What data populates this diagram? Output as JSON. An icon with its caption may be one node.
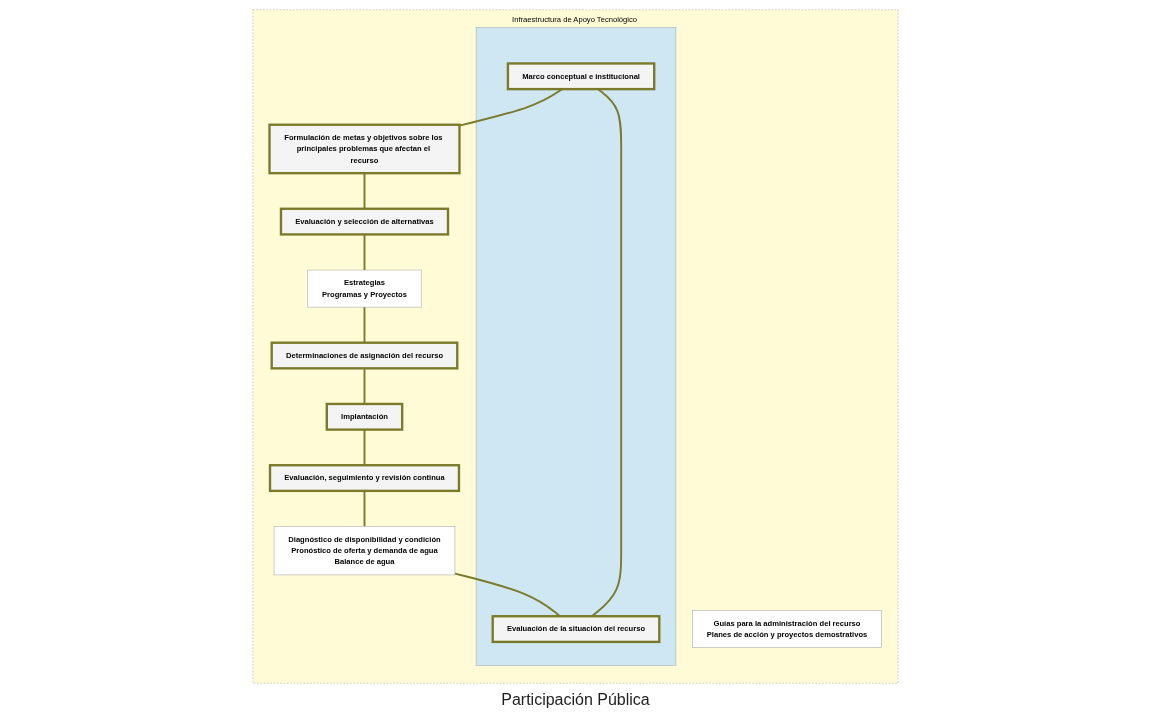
{
  "diagram": {
    "nodes": [
      {
        "text": [
          "Infraestructura de Apoyo Tecnológico"
        ]
      },
      {
        "text": [],
        "shape": "box",
        "in": 0
      },
      {
        "text": [
          "Marco conceptual e institucional"
        ],
        "in": 1
      },
      {
        "text": [
          "Evaluación de la situación del recurso"
        ],
        "in": 1
      },
      {
        "text": [
          "Formulación de metas y objetivos sobre los principales problemas que afectan el recurso"
        ],
        "in": 0
      },
      {
        "text": [
          "Evaluación y selección de alternativas"
        ],
        "in": 0
      },
      {
        "text": [
          "Estrategias",
          "Programas y Proyectos"
        ],
        "in": 0
      },
      {
        "text": [
          "Diagnóstico de disponibilidad y condición",
          "Pronóstico de oferta y demanda de agua",
          "Balance de agua"
        ],
        "in": 0
      },
      {
        "text": [
          "Determinaciones de asignación del recurso"
        ],
        "in": 0
      },
      {
        "text": [
          "Guías para la administración del recurso",
          "Planes de acción y proyectos demostrativos"
        ],
        "in": 0
      },
      {
        "text": [
          "Implantación"
        ],
        "in": 0
      },
      {
        "text": [
          "Evaluación, seguimiento y revisión continua"
        ],
        "in": 0
      }
    ],
    "edges": [
      {
        "from": 2,
        "to": 4,
        "arrow": "none"
      },
      {
        "from": 4,
        "to": 5,
        "arrow": "none"
      },
      {
        "from": 5,
        "to": 6,
        "arrow": "none"
      },
      {
        "from": 6,
        "to": 8,
        "arrow": "none"
      },
      {
        "from": 8,
        "to": 10,
        "arrow": "none"
      },
      {
        "from": 10,
        "to": 11,
        "arrow": "none"
      },
      {
        "from": 11,
        "to": 7,
        "arrow": "none"
      },
      {
        "from": 7,
        "to": 3,
        "arrow": "none"
      },
      {
        "from": 3,
        "to": 2,
        "arrow": "none"
      }
    ],
    "labels": [
      "Participación Pública"
    ]
  }
}
